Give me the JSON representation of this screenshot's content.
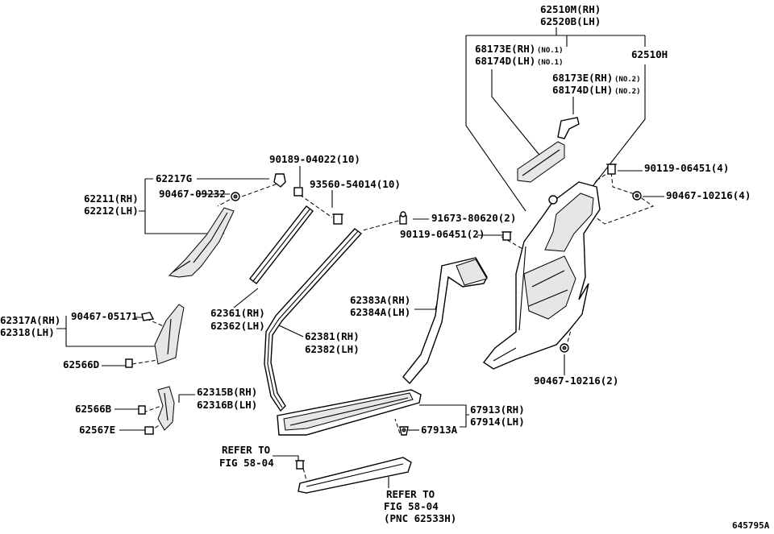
{
  "labels": {
    "p62510M": "62510M(RH)",
    "p62520B": "62520B(LH)",
    "p68173E_1": "68173E(RH)",
    "p68174D_1": "68174D(LH)",
    "no1a": "(NO.1)",
    "no1b": "(NO.1)",
    "p62510H": "62510H",
    "p68173E_2": "68173E(RH)",
    "p68174D_2": "68174D(LH)",
    "no2a": "(NO.2)",
    "no2b": "(NO.2)",
    "p90119_4": "90119-06451(4)",
    "p90467_4": "90467-10216(4)",
    "p91673": "91673-80620(2)",
    "p90119_2": "90119-06451(2)",
    "p90189": "90189-04022(10)",
    "p93560": "93560-54014(10)",
    "p62217G": "62217G",
    "p90467_09232": "90467-09232",
    "p62211": "62211(RH)",
    "p62212": "62212(LH)",
    "p62361": "62361(RH)",
    "p62362": "62362(LH)",
    "p62381": "62381(RH)",
    "p62382": "62382(LH)",
    "p62383A": "62383A(RH)",
    "p62384A": "62384A(LH)",
    "p62317A": "62317A(RH)",
    "p62318": "62318(LH)",
    "p90467_05171": "90467-05171",
    "p62566D": "62566D",
    "p62315B": "62315B(RH)",
    "p62316B": "62316B(LH)",
    "p62566B": "62566B",
    "p62567E": "62567E",
    "p90467_2": "90467-10216(2)",
    "p67913": "67913(RH)",
    "p67914": "67914(LH)",
    "p67913A": "67913A",
    "refer1a": "REFER TO",
    "refer1b": "FIG 58-04",
    "refer2a": "REFER TO",
    "refer2b": "FIG 58-04",
    "refer2c": "(PNC 62533H)",
    "figno": "645795A"
  }
}
